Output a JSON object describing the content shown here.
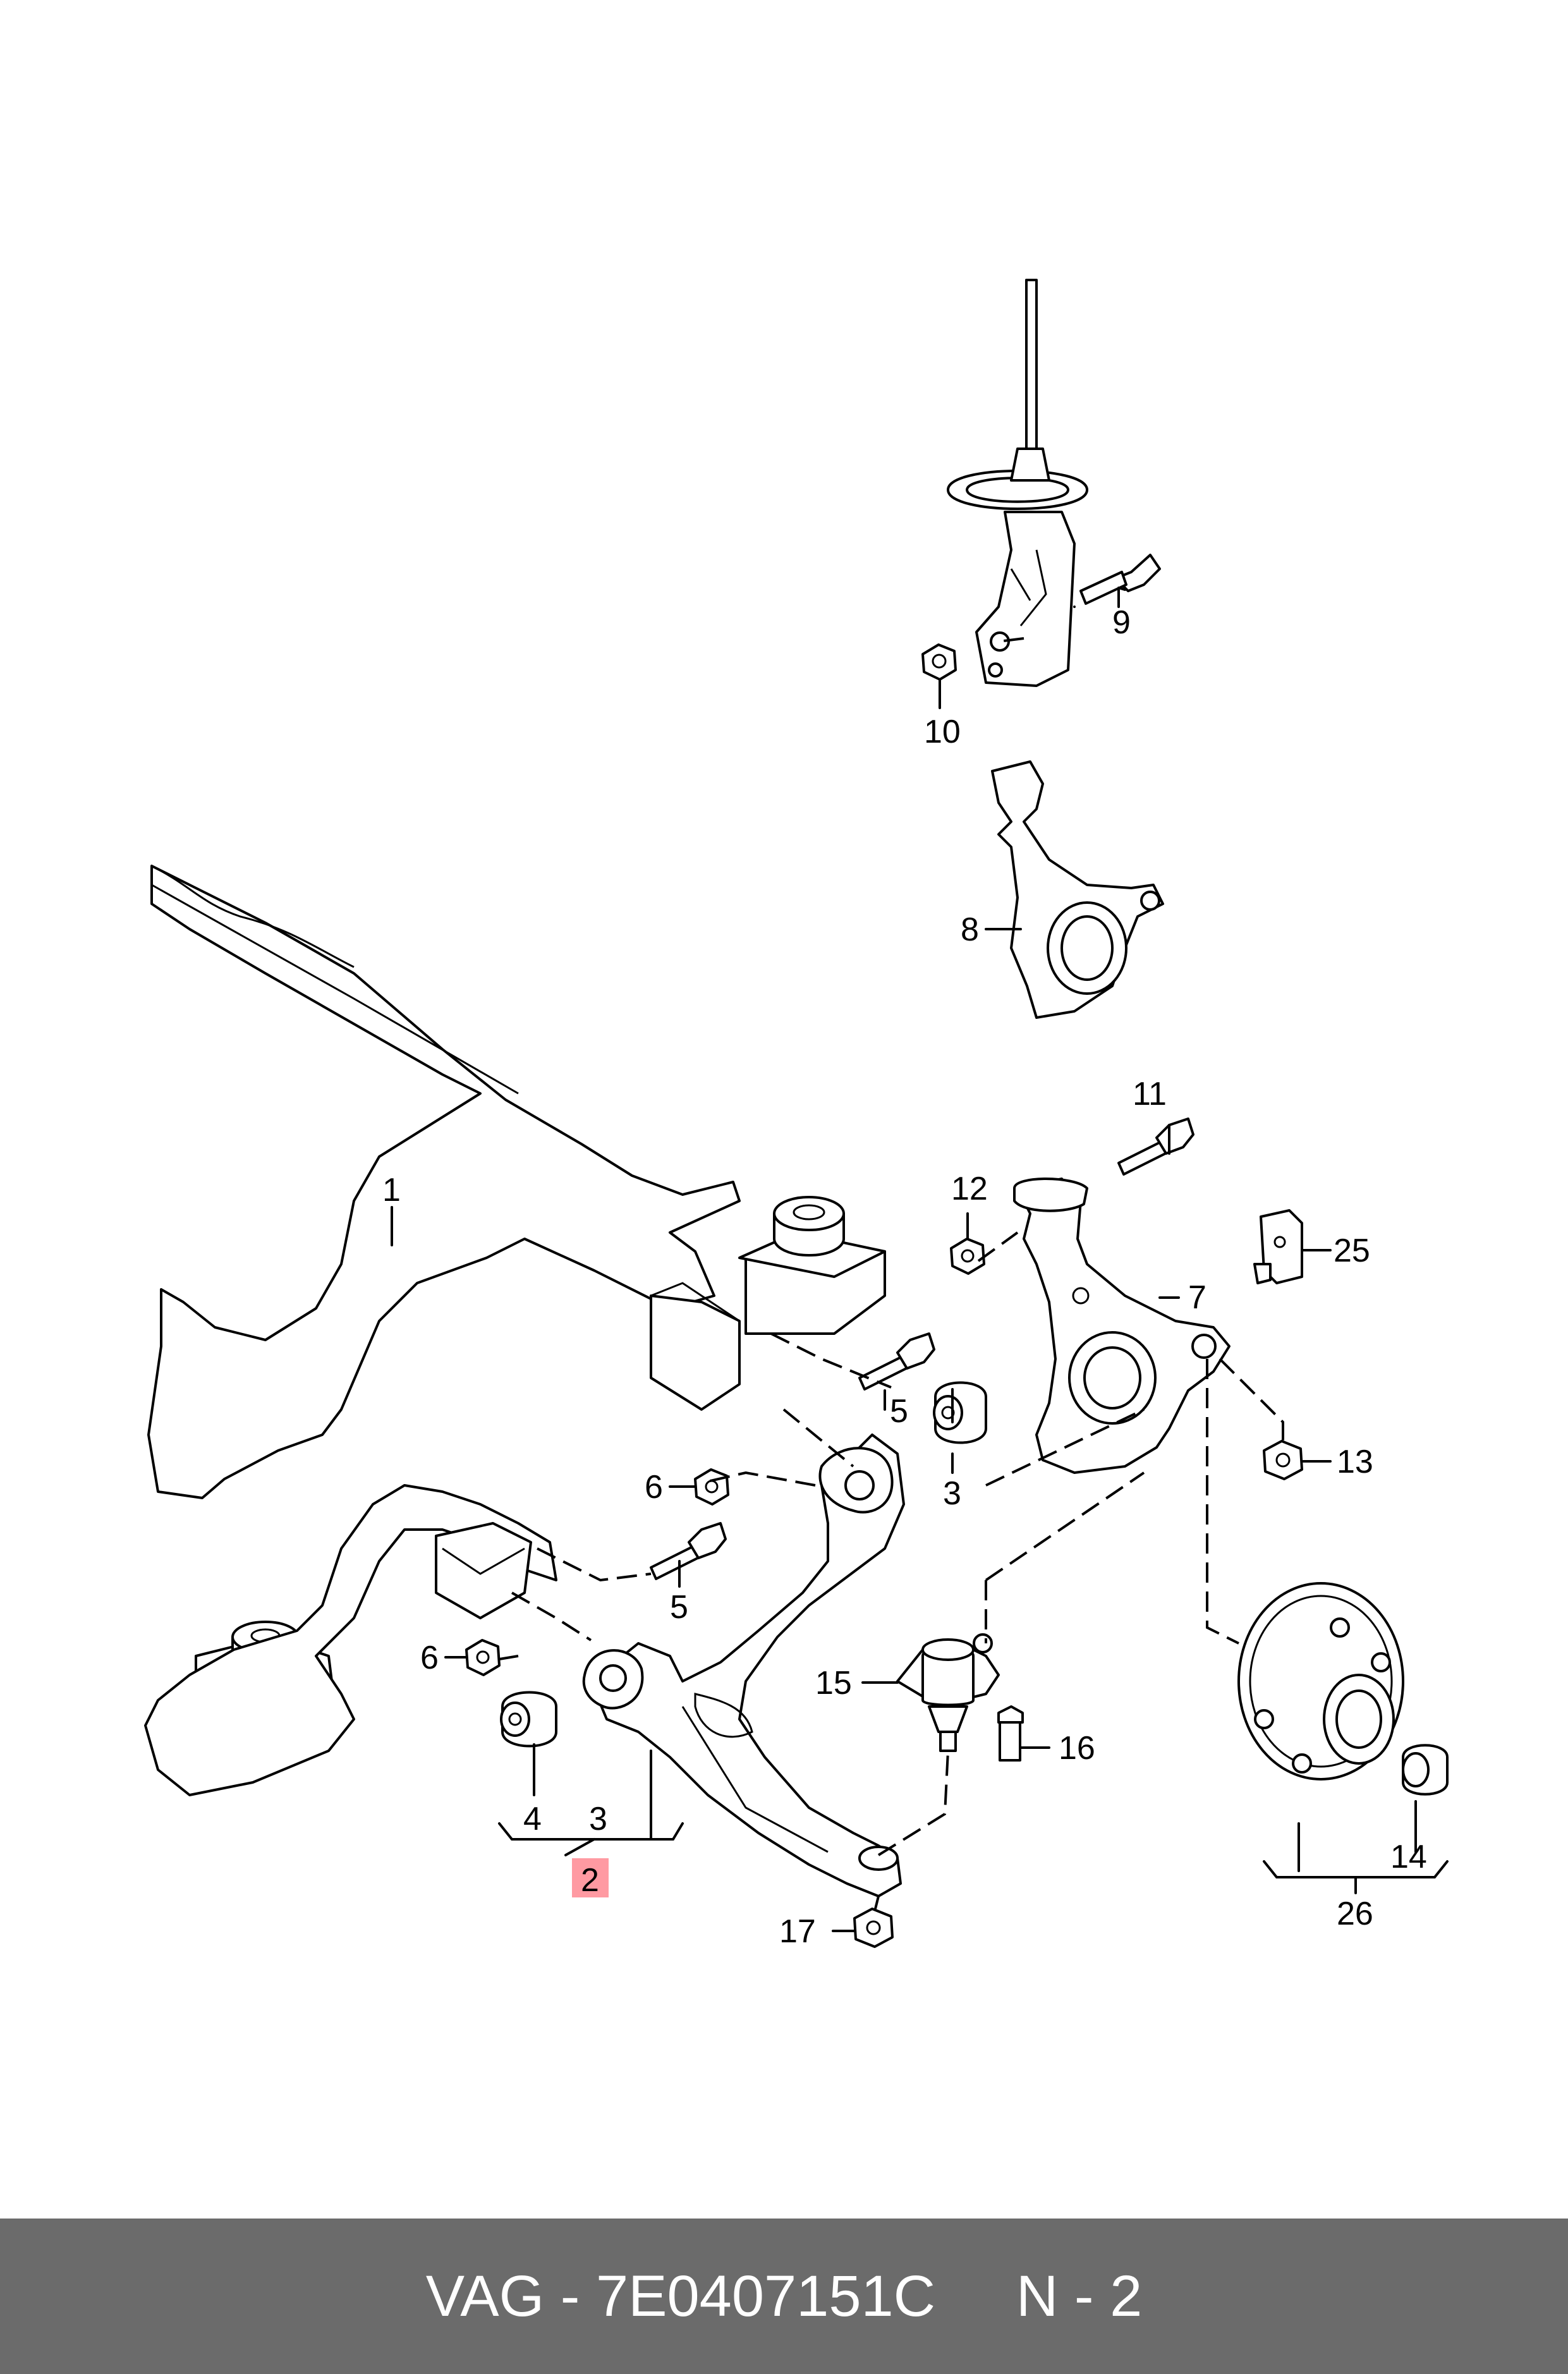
{
  "diagram": {
    "labels": {
      "l1": "1",
      "l2": "2",
      "l3a": "3",
      "l3b": "3",
      "l4": "4",
      "l5a": "5",
      "l5b": "5",
      "l6a": "6",
      "l6b": "6",
      "l7": "7",
      "l8": "8",
      "l9": "9",
      "l10": "10",
      "l11": "11",
      "l12": "12",
      "l13": "13",
      "l14": "14",
      "l15": "15",
      "l16": "16",
      "l17": "17",
      "l25": "25",
      "l26": "26"
    },
    "highlight_color": "#ff9aa2"
  },
  "footer": {
    "brand": "VAG",
    "separator": "-",
    "part_number": "7E0407151C",
    "position": "N - 2",
    "background": "#6b6b6b"
  }
}
